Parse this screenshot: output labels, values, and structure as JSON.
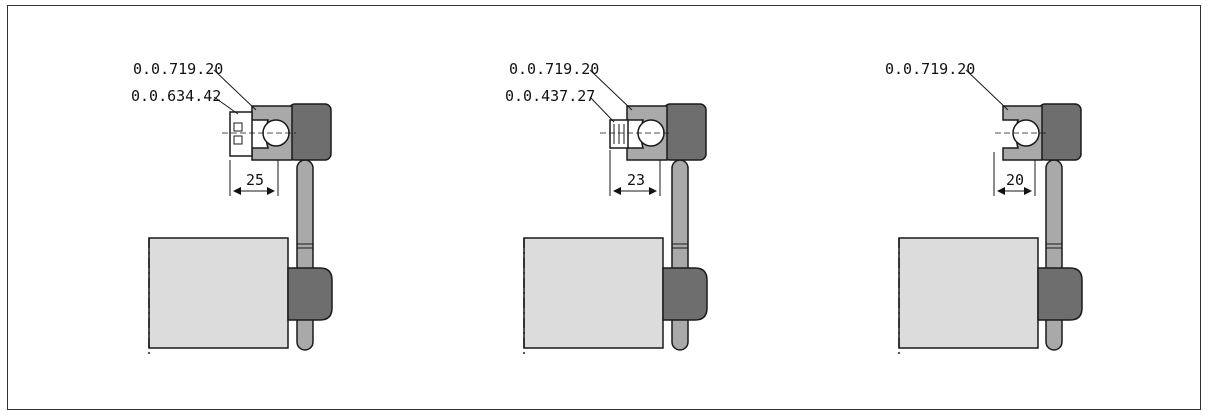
{
  "panels": [
    {
      "labels": [
        "0.0.719.20",
        "0.0.634.42"
      ],
      "dimension": "25"
    },
    {
      "labels": [
        "0.0.719.20",
        "0.0.437.27"
      ],
      "dimension": "23"
    },
    {
      "labels": [
        "0.0.719.20"
      ],
      "dimension": "20"
    }
  ],
  "colors": {
    "dark_gray": "#6e6e6e",
    "mid_gray": "#a9a9a9",
    "light_gray": "#dcdcdc",
    "line": "#1a1a1a"
  }
}
